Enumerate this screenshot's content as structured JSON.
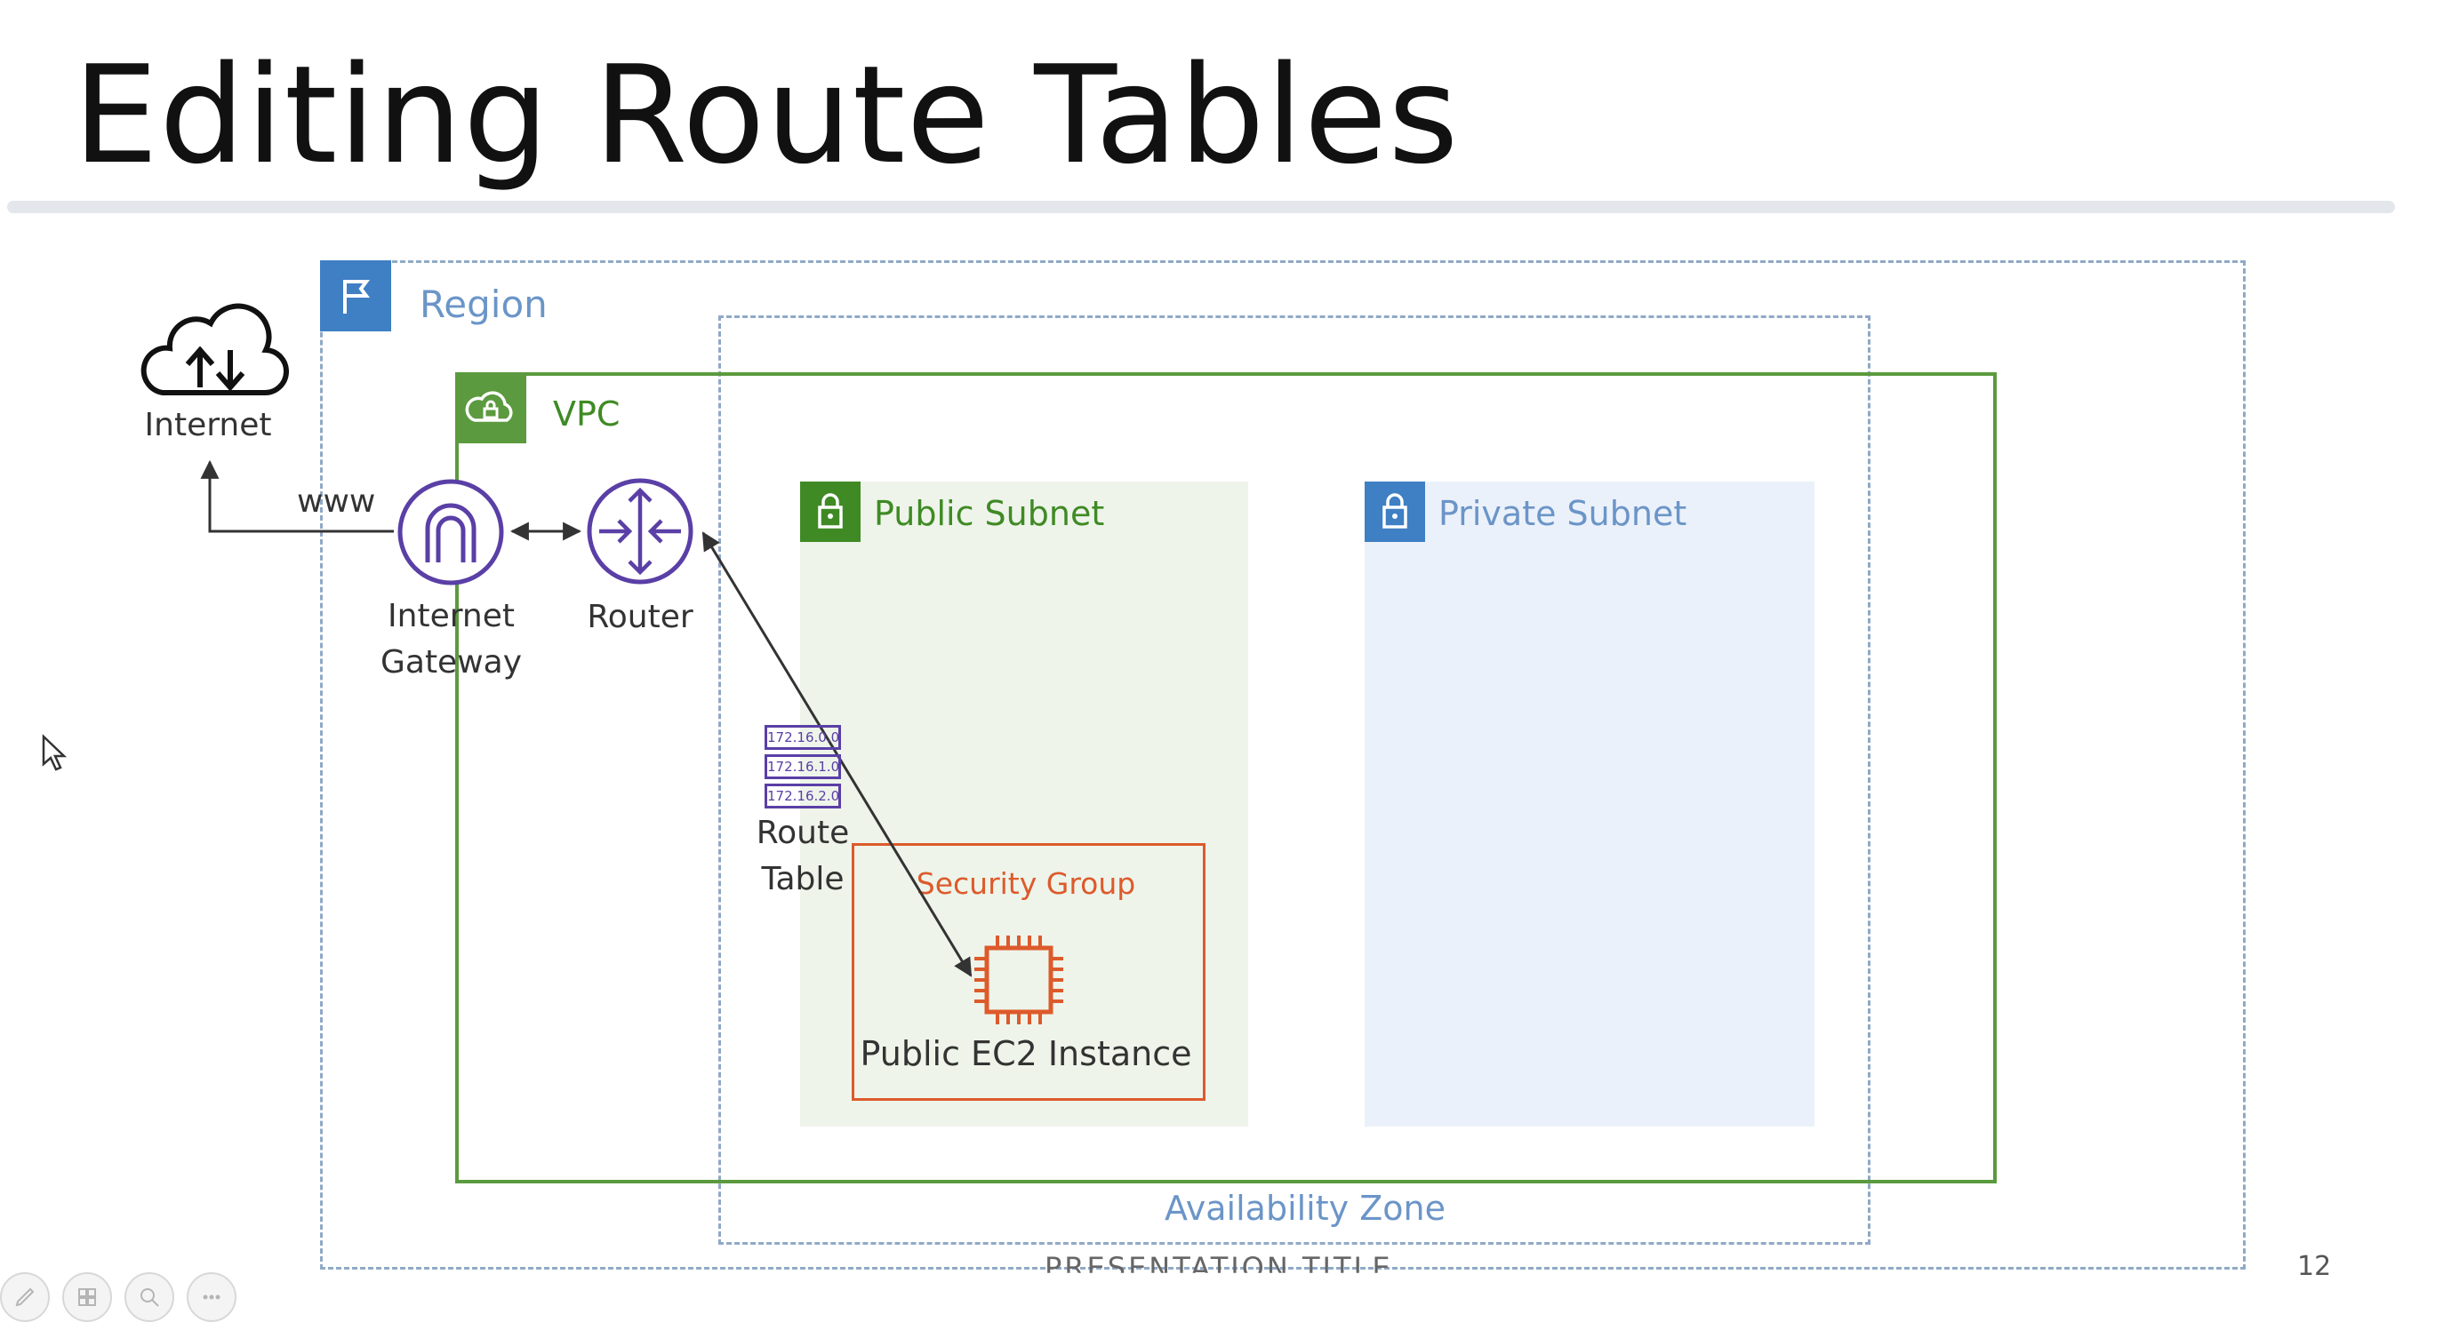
{
  "slide": {
    "title": "Editing Route Tables",
    "footer_title": "PRESENTATION TITLE",
    "page_number": "12"
  },
  "diagram": {
    "internet_label": "Internet",
    "www_label": "www",
    "region_label": "Region",
    "vpc_label": "VPC",
    "internet_gateway_label": [
      "Internet",
      "Gateway"
    ],
    "router_label": "Router",
    "public_subnet_label": "Public Subnet",
    "private_subnet_label": "Private Subnet",
    "route_table_label": [
      "Route",
      "Table"
    ],
    "route_table_entries": [
      "172.16.0.0",
      "172.16.1.0",
      "172.16.2.0"
    ],
    "security_group_label": "Security Group",
    "ec2_label": "Public EC2 Instance",
    "availability_zone_label": "Availability Zone"
  },
  "colors": {
    "region": "#3f7fc4",
    "vpc": "#5b9a3e",
    "public_subnet": "#3f8a24",
    "private_subnet": "#3f7fc4",
    "security_group": "#dd5a2b",
    "network_icon": "#5a3fa6",
    "label_blue": "#6b95c8"
  },
  "icons": [
    "cloud-internet-icon",
    "region-flag-icon",
    "vpc-cloud-lock-icon",
    "internet-gateway-icon",
    "router-icon",
    "lock-icon",
    "route-table-icon",
    "ec2-chip-icon",
    "mouse-cursor-icon"
  ]
}
